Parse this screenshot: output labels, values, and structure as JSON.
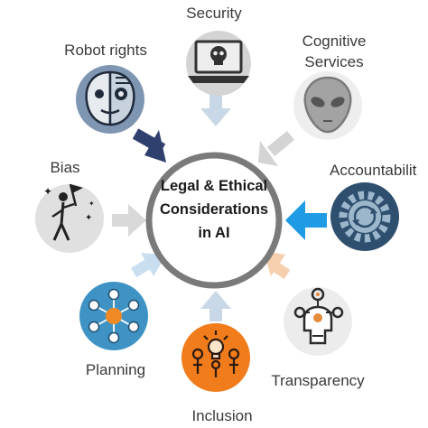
{
  "center": {
    "line1": "Legal & Ethical",
    "line2": "Considerations",
    "line3": "in AI"
  },
  "topics": {
    "security": "Security",
    "robot_rights": "Robot rights",
    "cognitive_1": "Cognitive",
    "cognitive_2": "Services",
    "bias": "Bias",
    "accountability": "Accountabilit",
    "planning": "Planning",
    "inclusion": "Inclusion",
    "transparency": "Transparency"
  },
  "colors": {
    "ring": "#7a7a7a",
    "arrow_navy": "#2f3f6e",
    "arrow_blue": "#1f9be6",
    "arrow_sky": "#c9def1",
    "arrow_gray": "#d4d4d4",
    "arrow_peach": "#f5cfae"
  }
}
